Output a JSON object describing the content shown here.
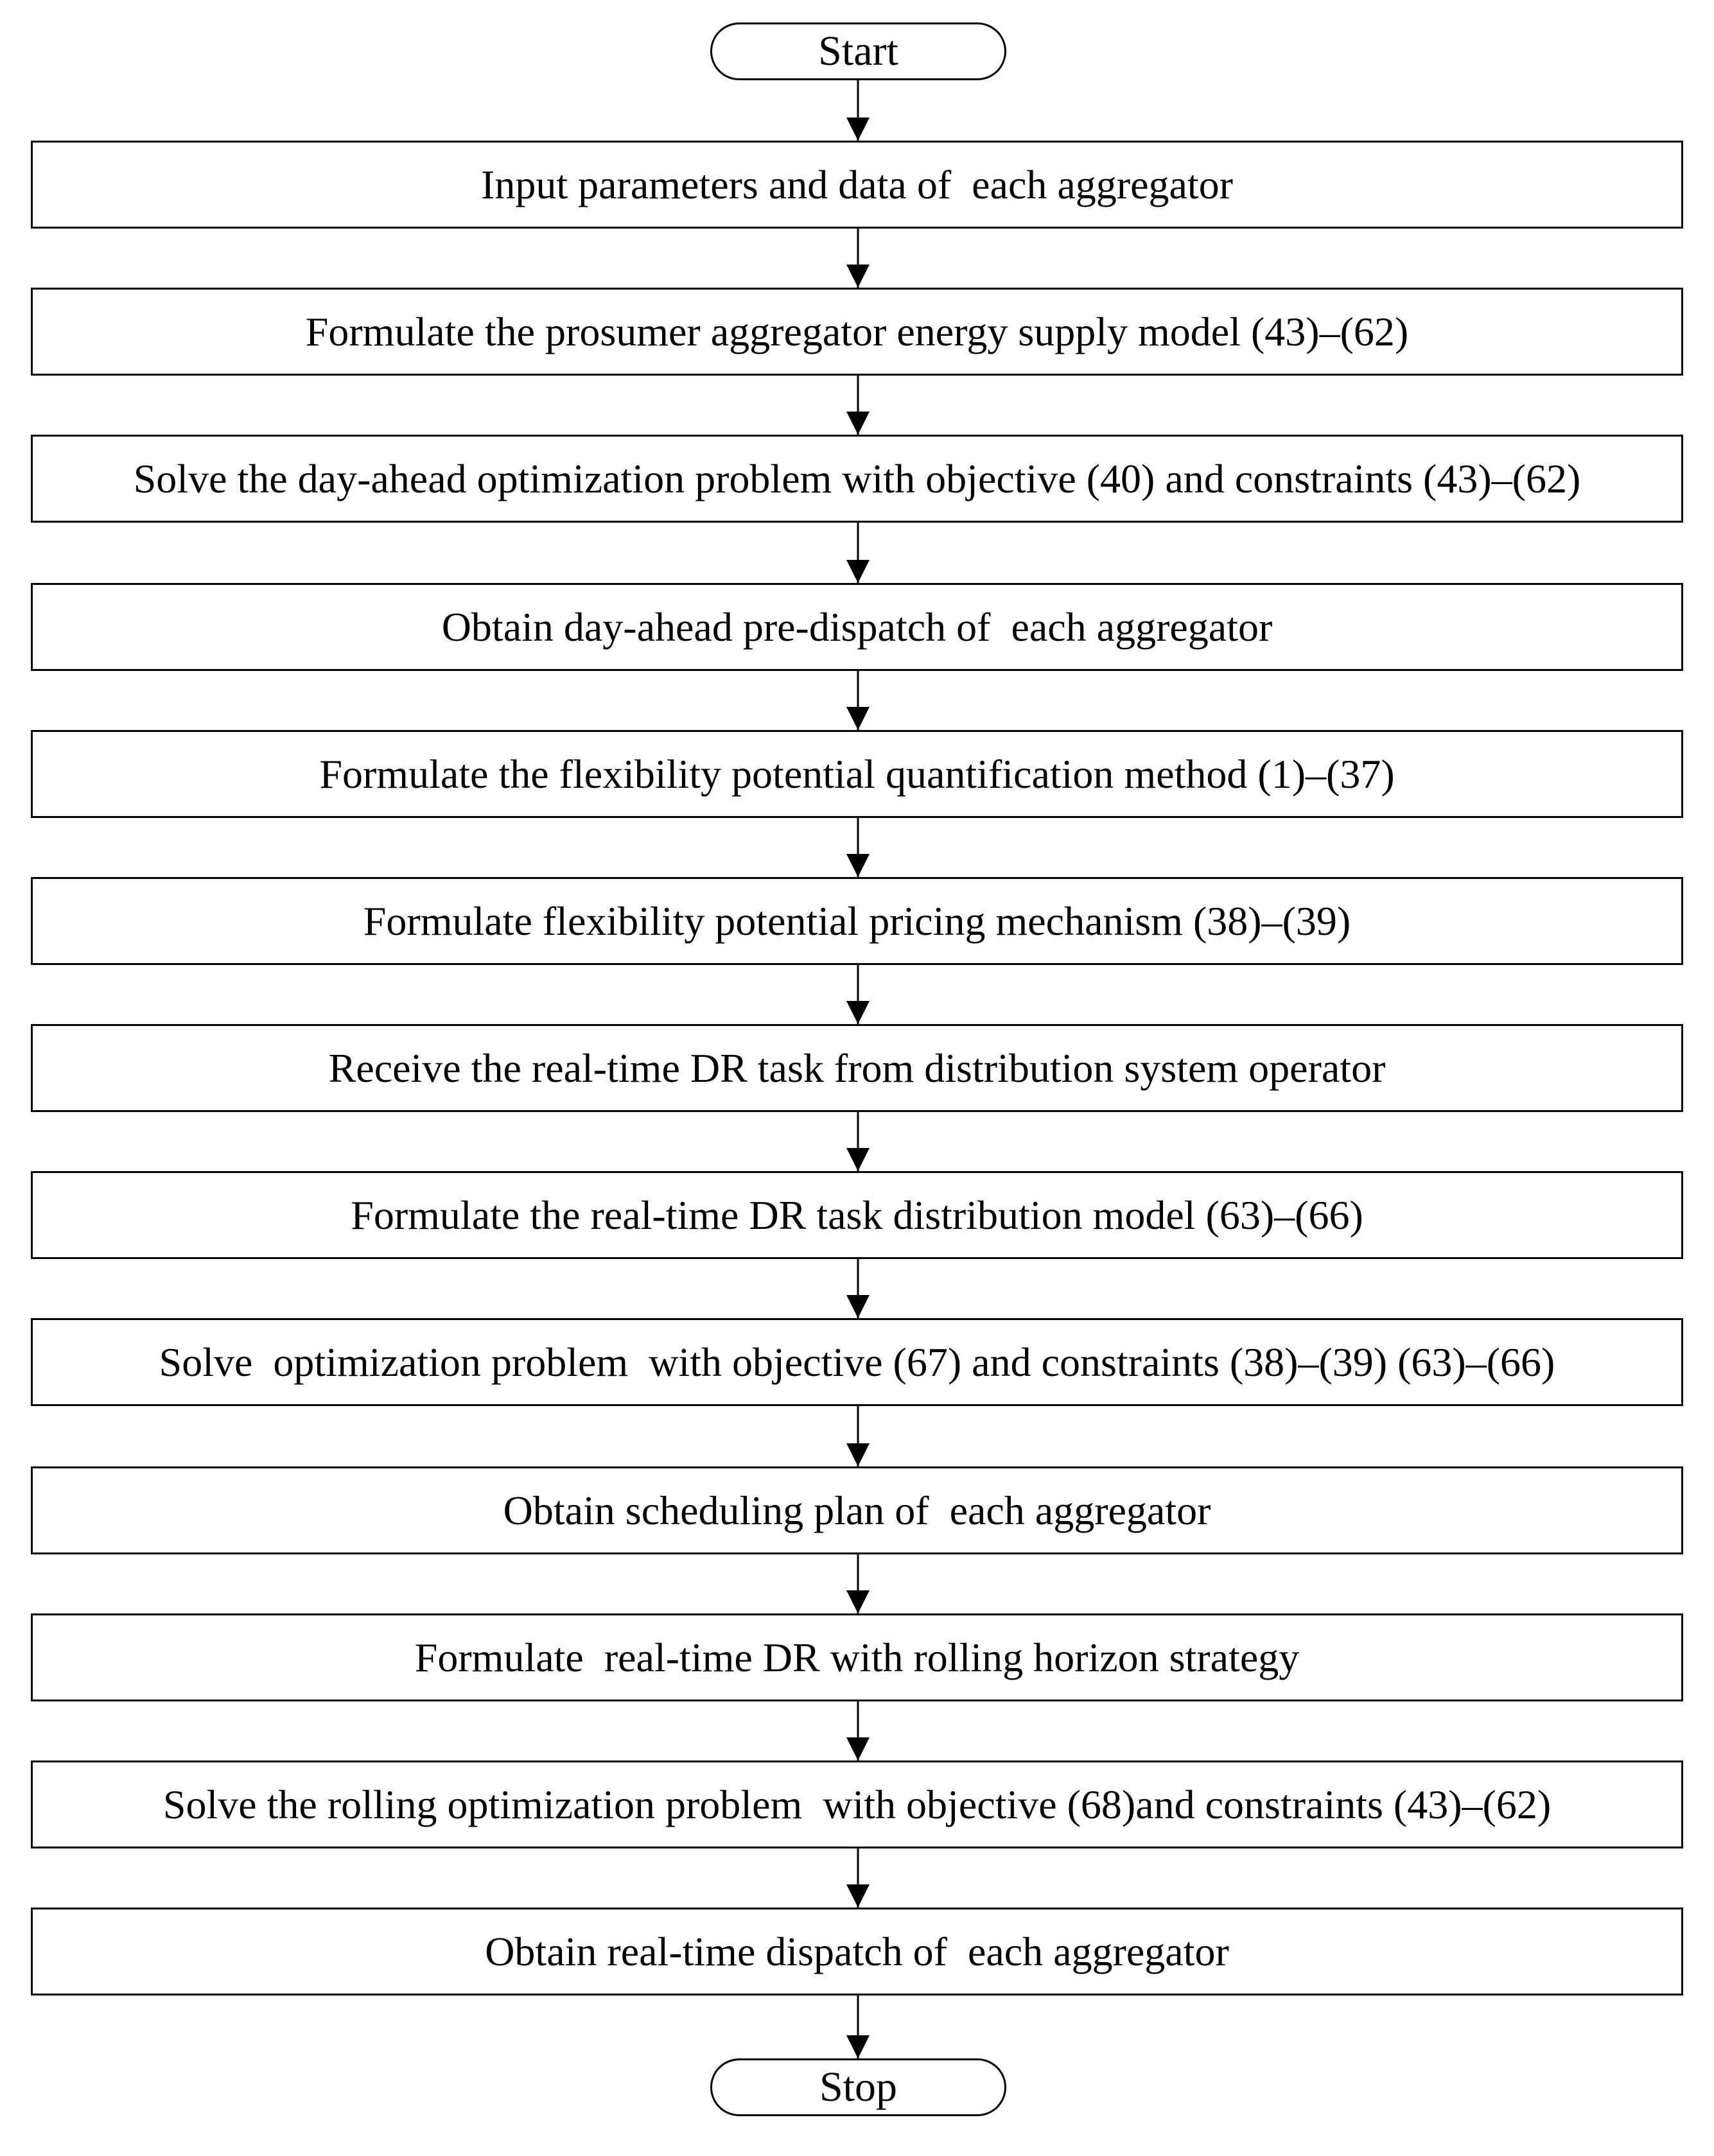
{
  "flowchart": {
    "start_label": "Start",
    "stop_label": "Stop",
    "steps": [
      "Input parameters and data of  each aggregator",
      "Formulate the prosumer aggregator energy supply model (43)–(62)",
      "Solve the day-ahead optimization problem with objective (40) and constraints (43)–(62)",
      "Obtain day-ahead pre-dispatch of  each aggregator",
      "Formulate the flexibility potential quantification method (1)–(37)",
      "Formulate flexibility potential pricing mechanism (38)–(39)",
      "Receive the real-time DR task from distribution system operator",
      "Formulate the real-time DR task distribution model (63)–(66)",
      "Solve  optimization problem  with objective (67) and constraints (38)–(39) (63)–(66)",
      "Obtain scheduling plan of  each aggregator",
      "Formulate  real-time DR with rolling horizon strategy",
      "Solve the rolling optimization problem  with objective (68)and constraints (43)–(62)",
      "Obtain real-time dispatch of  each aggregator"
    ]
  }
}
